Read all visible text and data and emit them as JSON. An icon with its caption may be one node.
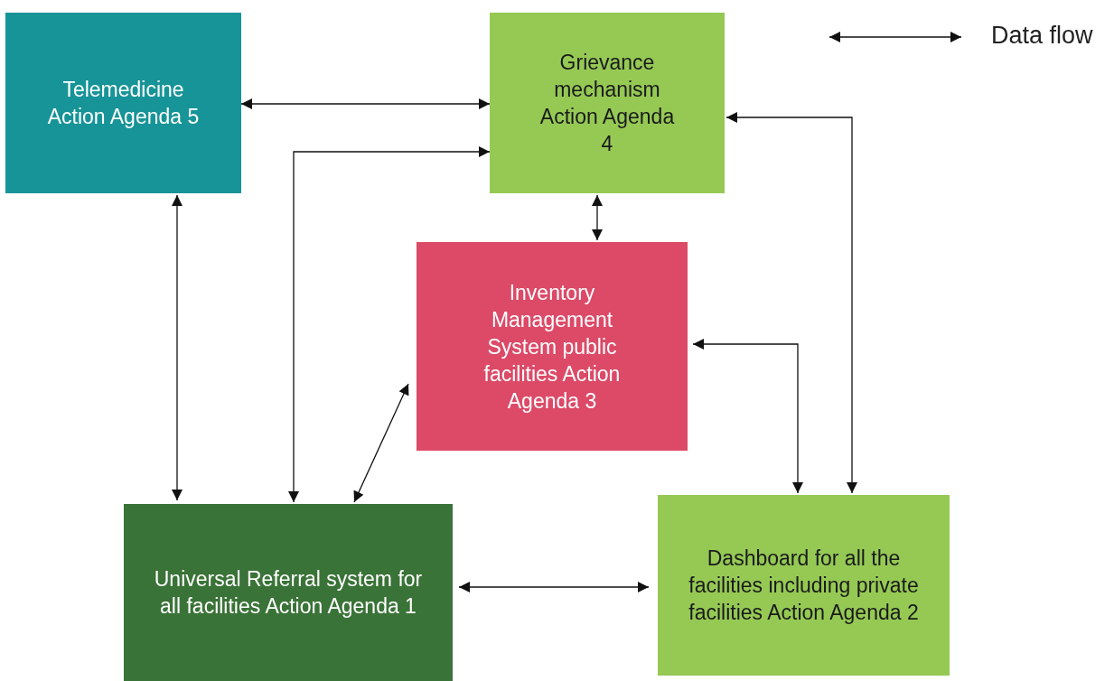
{
  "diagram": {
    "nodes": [
      {
        "text": [
          "Telemedicine Action Agenda 5"
        ]
      },
      {
        "text": [
          "Grievance mechanism Action Agenda 4"
        ]
      },
      {
        "text": [
          "Inventory Management System public facilities Action Agenda 3"
        ]
      },
      {
        "text": [
          "Universal Referral system for all facilities Action Agenda 1"
        ]
      },
      {
        "text": [
          "Dashboard for all the facilities including private facilities Action Agenda 2"
        ]
      }
    ],
    "edges": [
      {
        "from": 0,
        "to": 1,
        "arrow": "both"
      },
      {
        "from": 3,
        "to": 1,
        "arrow": "both"
      },
      {
        "from": 1,
        "to": 2,
        "arrow": "both"
      },
      {
        "from": 1,
        "to": 4,
        "arrow": "both"
      },
      {
        "from": 2,
        "to": 4,
        "arrow": "both"
      },
      {
        "from": 0,
        "to": 3,
        "arrow": "both"
      },
      {
        "from": 3,
        "to": 2,
        "arrow": "both"
      },
      {
        "from": 3,
        "to": 4,
        "arrow": "both"
      }
    ],
    "legend": [
      {
        "text": "Data flow"
      }
    ]
  }
}
